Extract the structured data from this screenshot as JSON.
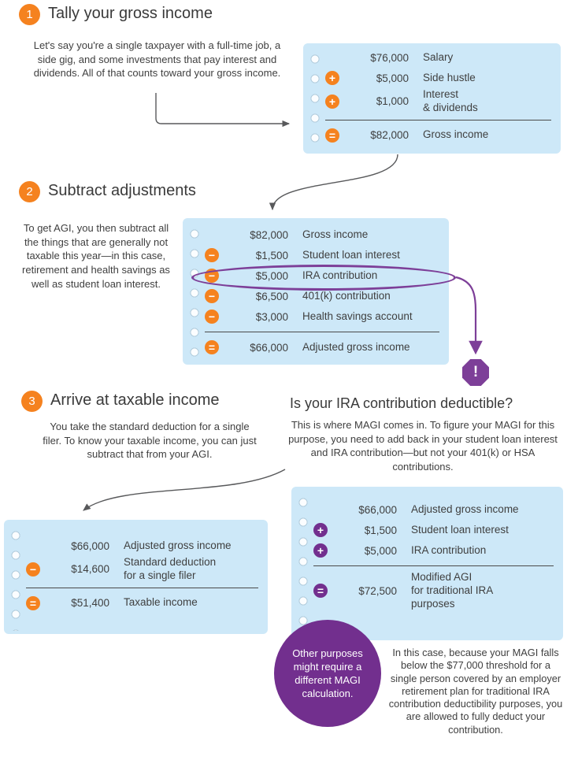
{
  "colors": {
    "orange": "#f5821f",
    "cardblue": "#cde8f8",
    "purple": "#722f8e",
    "purpleaccent": "#7d3f98",
    "arrowgray": "#58595b",
    "text": "#3f3f3f"
  },
  "steps": {
    "step1": {
      "number": "1",
      "title": "Tally your gross income",
      "description": "Let's say you're a single taxpayer with a full-time job, a side gig, and some investments that pay interest and dividends. All of that counts toward your gross income."
    },
    "step2": {
      "number": "2",
      "title": "Subtract adjustments",
      "description": "To get AGI, you then subtract all the things that are generally not taxable this year—in this case, retirement and health savings as well as student loan interest."
    },
    "step3": {
      "number": "3",
      "title": "Arrive at taxable income",
      "description": "You take the standard deduction for a single filer. To know your taxable income, you can just subtract that from your AGI."
    }
  },
  "card1": {
    "rows": [
      {
        "op": "",
        "amount": "$76,000",
        "label": "Salary"
      },
      {
        "op": "+",
        "amount": "$5,000",
        "label": "Side hustle"
      },
      {
        "op": "+",
        "amount": "$1,000",
        "label": "Interest\n& dividends"
      }
    ],
    "total": {
      "op": "=",
      "amount": "$82,000",
      "label": "Gross income"
    }
  },
  "card2": {
    "rows": [
      {
        "op": "",
        "amount": "$82,000",
        "label": "Gross income"
      },
      {
        "op": "−",
        "amount": "$1,500",
        "label": "Student loan interest"
      },
      {
        "op": "−",
        "amount": "$5,000",
        "label": "IRA contribution"
      },
      {
        "op": "−",
        "amount": "$6,500",
        "label": "401(k) contribution"
      },
      {
        "op": "−",
        "amount": "$3,000",
        "label": "Health savings account"
      }
    ],
    "total": {
      "op": "=",
      "amount": "$66,000",
      "label": "Adjusted gross income"
    }
  },
  "card3": {
    "rows": [
      {
        "op": "",
        "amount": "$66,000",
        "label": "Adjusted gross income"
      },
      {
        "op": "−",
        "amount": "$14,600",
        "label": "Standard deduction\nfor a single filer"
      }
    ],
    "total": {
      "op": "=",
      "amount": "$51,400",
      "label": "Taxable income"
    }
  },
  "card4": {
    "rows": [
      {
        "op": "",
        "amount": "$66,000",
        "label": "Adjusted gross income"
      },
      {
        "op": "+",
        "amount": "$1,500",
        "label": "Student loan interest"
      },
      {
        "op": "+",
        "amount": "$5,000",
        "label": "IRA contribution"
      }
    ],
    "total": {
      "op": "=",
      "amount": "$72,500",
      "label": "Modified AGI\nfor traditional IRA\npurposes"
    }
  },
  "magi": {
    "badge": "!",
    "heading": "Is your IRA contribution deductible?",
    "description": "This is where MAGI comes in. To figure your MAGI for this purpose, you need to add back in your student loan interest and IRA contribution—but not your 401(k) or HSA contributions.",
    "bubble": "Other purposes might require a different MAGI calculation.",
    "footnote": "In this case, because your MAGI falls below the $77,000 threshold for a single person covered by an employer retirement plan for traditional IRA contribution deductibility purposes, you are allowed to fully deduct your contribution."
  }
}
